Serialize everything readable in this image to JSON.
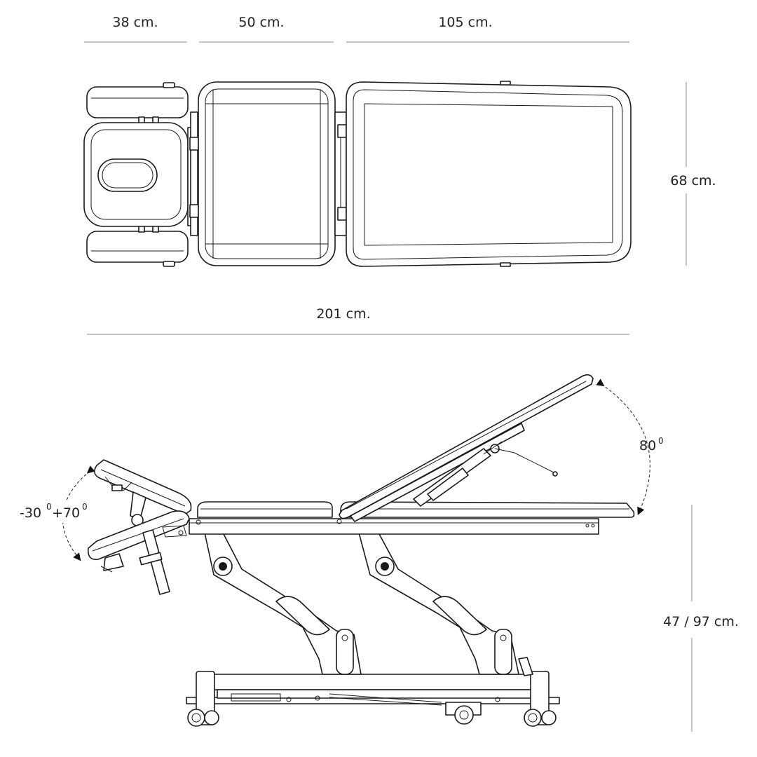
{
  "dimensions": {
    "head_length": "38 cm.",
    "middle_length": "50 cm.",
    "back_length": "105 cm.",
    "width": "68 cm.",
    "total_length": "201 cm.",
    "height_range": "47 / 97 cm.",
    "back_angle": "80",
    "head_angle": "-30",
    "head_angle_2": "+70",
    "degree_mark": "0"
  }
}
